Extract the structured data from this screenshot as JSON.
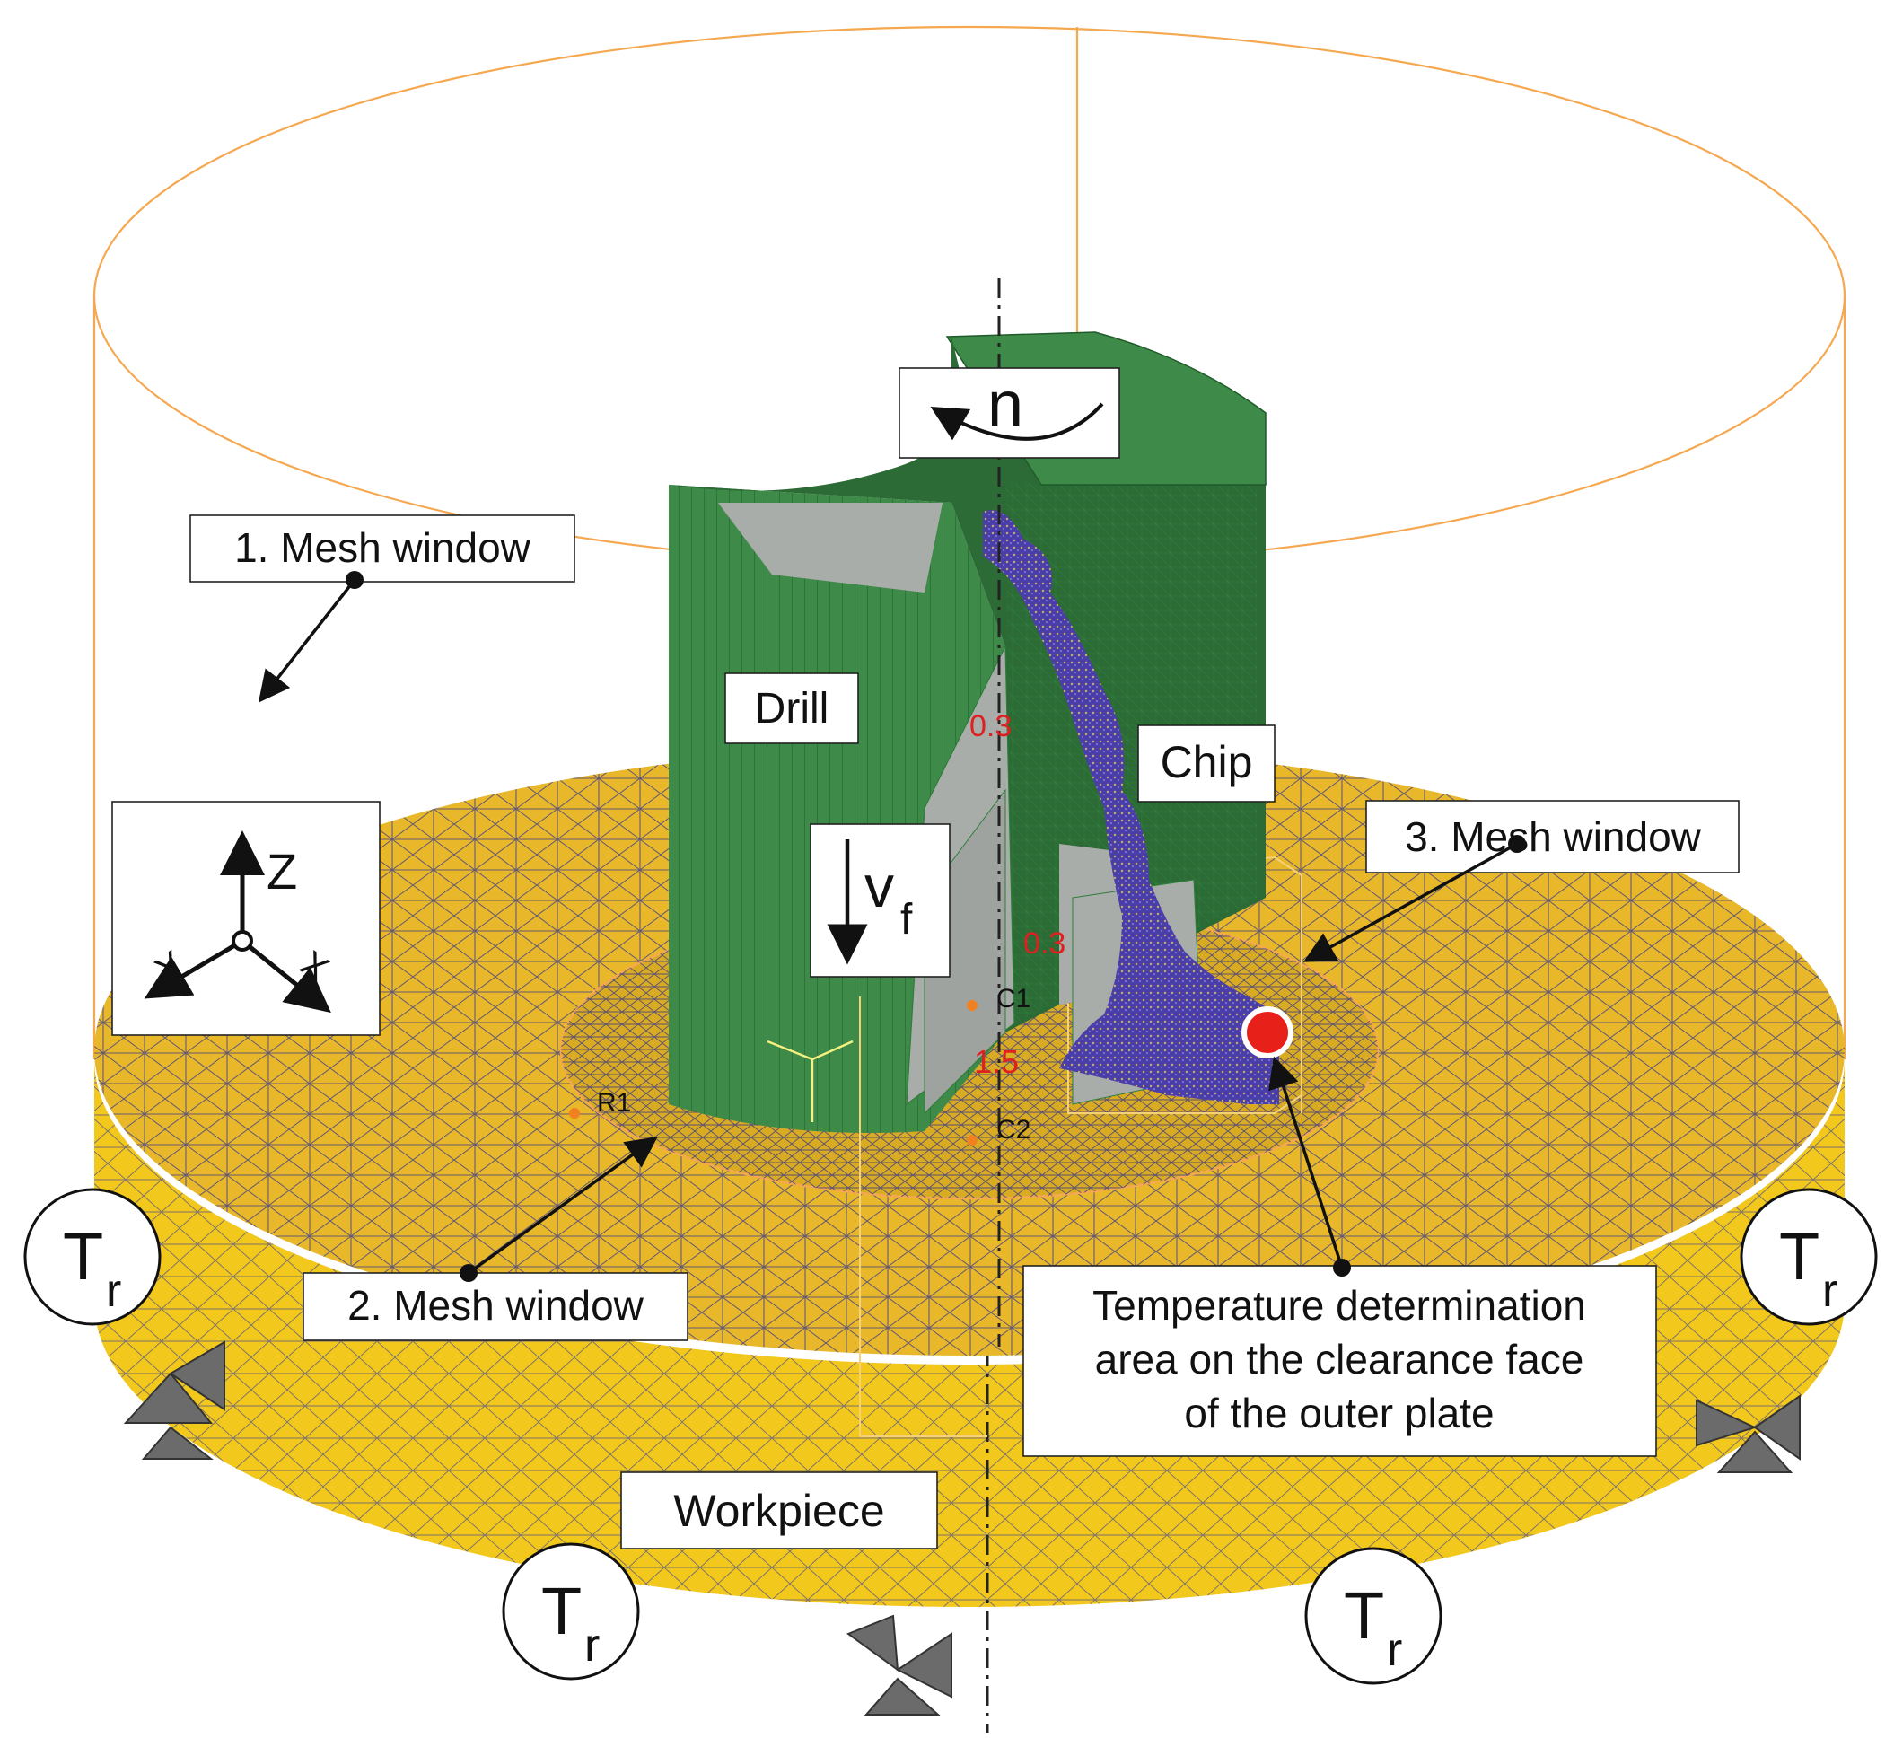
{
  "labels": {
    "mesh_window_1": "1. Mesh window",
    "mesh_window_2": "2. Mesh window",
    "mesh_window_3": "3. Mesh window",
    "drill": "Drill",
    "chip": "Chip",
    "workpiece": "Workpiece",
    "rotation": "n",
    "feed_main": "v",
    "feed_sub": "f",
    "temp_line1": "Temperature determination",
    "temp_line2": "area on the clearance face",
    "temp_line3": "of the outer plate",
    "temp_main": "T",
    "temp_sub": "r",
    "axis_z": "Z",
    "axis_x": "X",
    "axis_y": "Y"
  },
  "markers": {
    "c1": "C1",
    "c2": "C2",
    "r1": "R1",
    "dim_a": "0.3",
    "dim_b": "0.3",
    "dim_c": "1.5"
  },
  "colors": {
    "workpiece_top": "#e8b82a",
    "workpiece_side": "#f2c81c",
    "workpiece_mesh": "#3a3a8a",
    "drill_green": "#3e8a48",
    "drill_dark": "#2c6b36",
    "drill_gray": "#a9ada9",
    "chip_blue": "#4a3fa8",
    "mesh_window_line": "#f5a850",
    "temp_point": "#e8201a",
    "dimension_red": "#e02020",
    "support_gray": "#6b6b6b"
  }
}
